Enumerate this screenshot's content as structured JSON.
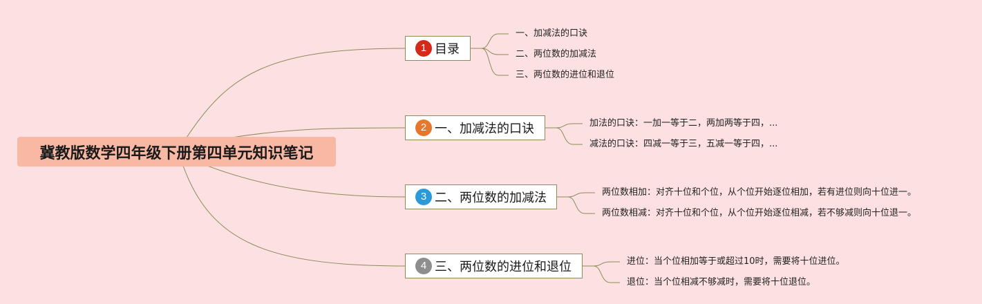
{
  "colors": {
    "background": "#fde1e2",
    "root_fill": "#f8b8a4",
    "line": "#8b8a5a",
    "badge_1": "#d42a1a",
    "badge_2": "#e8772a",
    "badge_3": "#2a9ad8",
    "badge_4": "#8e8e8e"
  },
  "root": {
    "label": "冀教版数学四年级下册第四单元知识笔记"
  },
  "branches": [
    {
      "number": "1",
      "label": "目录",
      "children": [
        "一、加减法的口诀",
        "二、两位数的加减法",
        "三、两位数的进位和退位"
      ]
    },
    {
      "number": "2",
      "label": "一、加减法的口诀",
      "children": [
        "加法的口诀：一加一等于二，两加两等于四，...",
        "减法的口诀：四减一等于三，五减一等于四，..."
      ]
    },
    {
      "number": "3",
      "label": "二、两位数的加减法",
      "children": [
        "两位数相加：对齐十位和个位，从个位开始逐位相加，若有进位则向十位进一。",
        "两位数相减：对齐十位和个位，从个位开始逐位相减，若不够减则向十位退一。"
      ]
    },
    {
      "number": "4",
      "label": "三、两位数的进位和退位",
      "children": [
        "进位：当个位相加等于或超过10时，需要将十位进位。",
        "退位：当个位相减不够减时，需要将十位退位。"
      ]
    }
  ]
}
